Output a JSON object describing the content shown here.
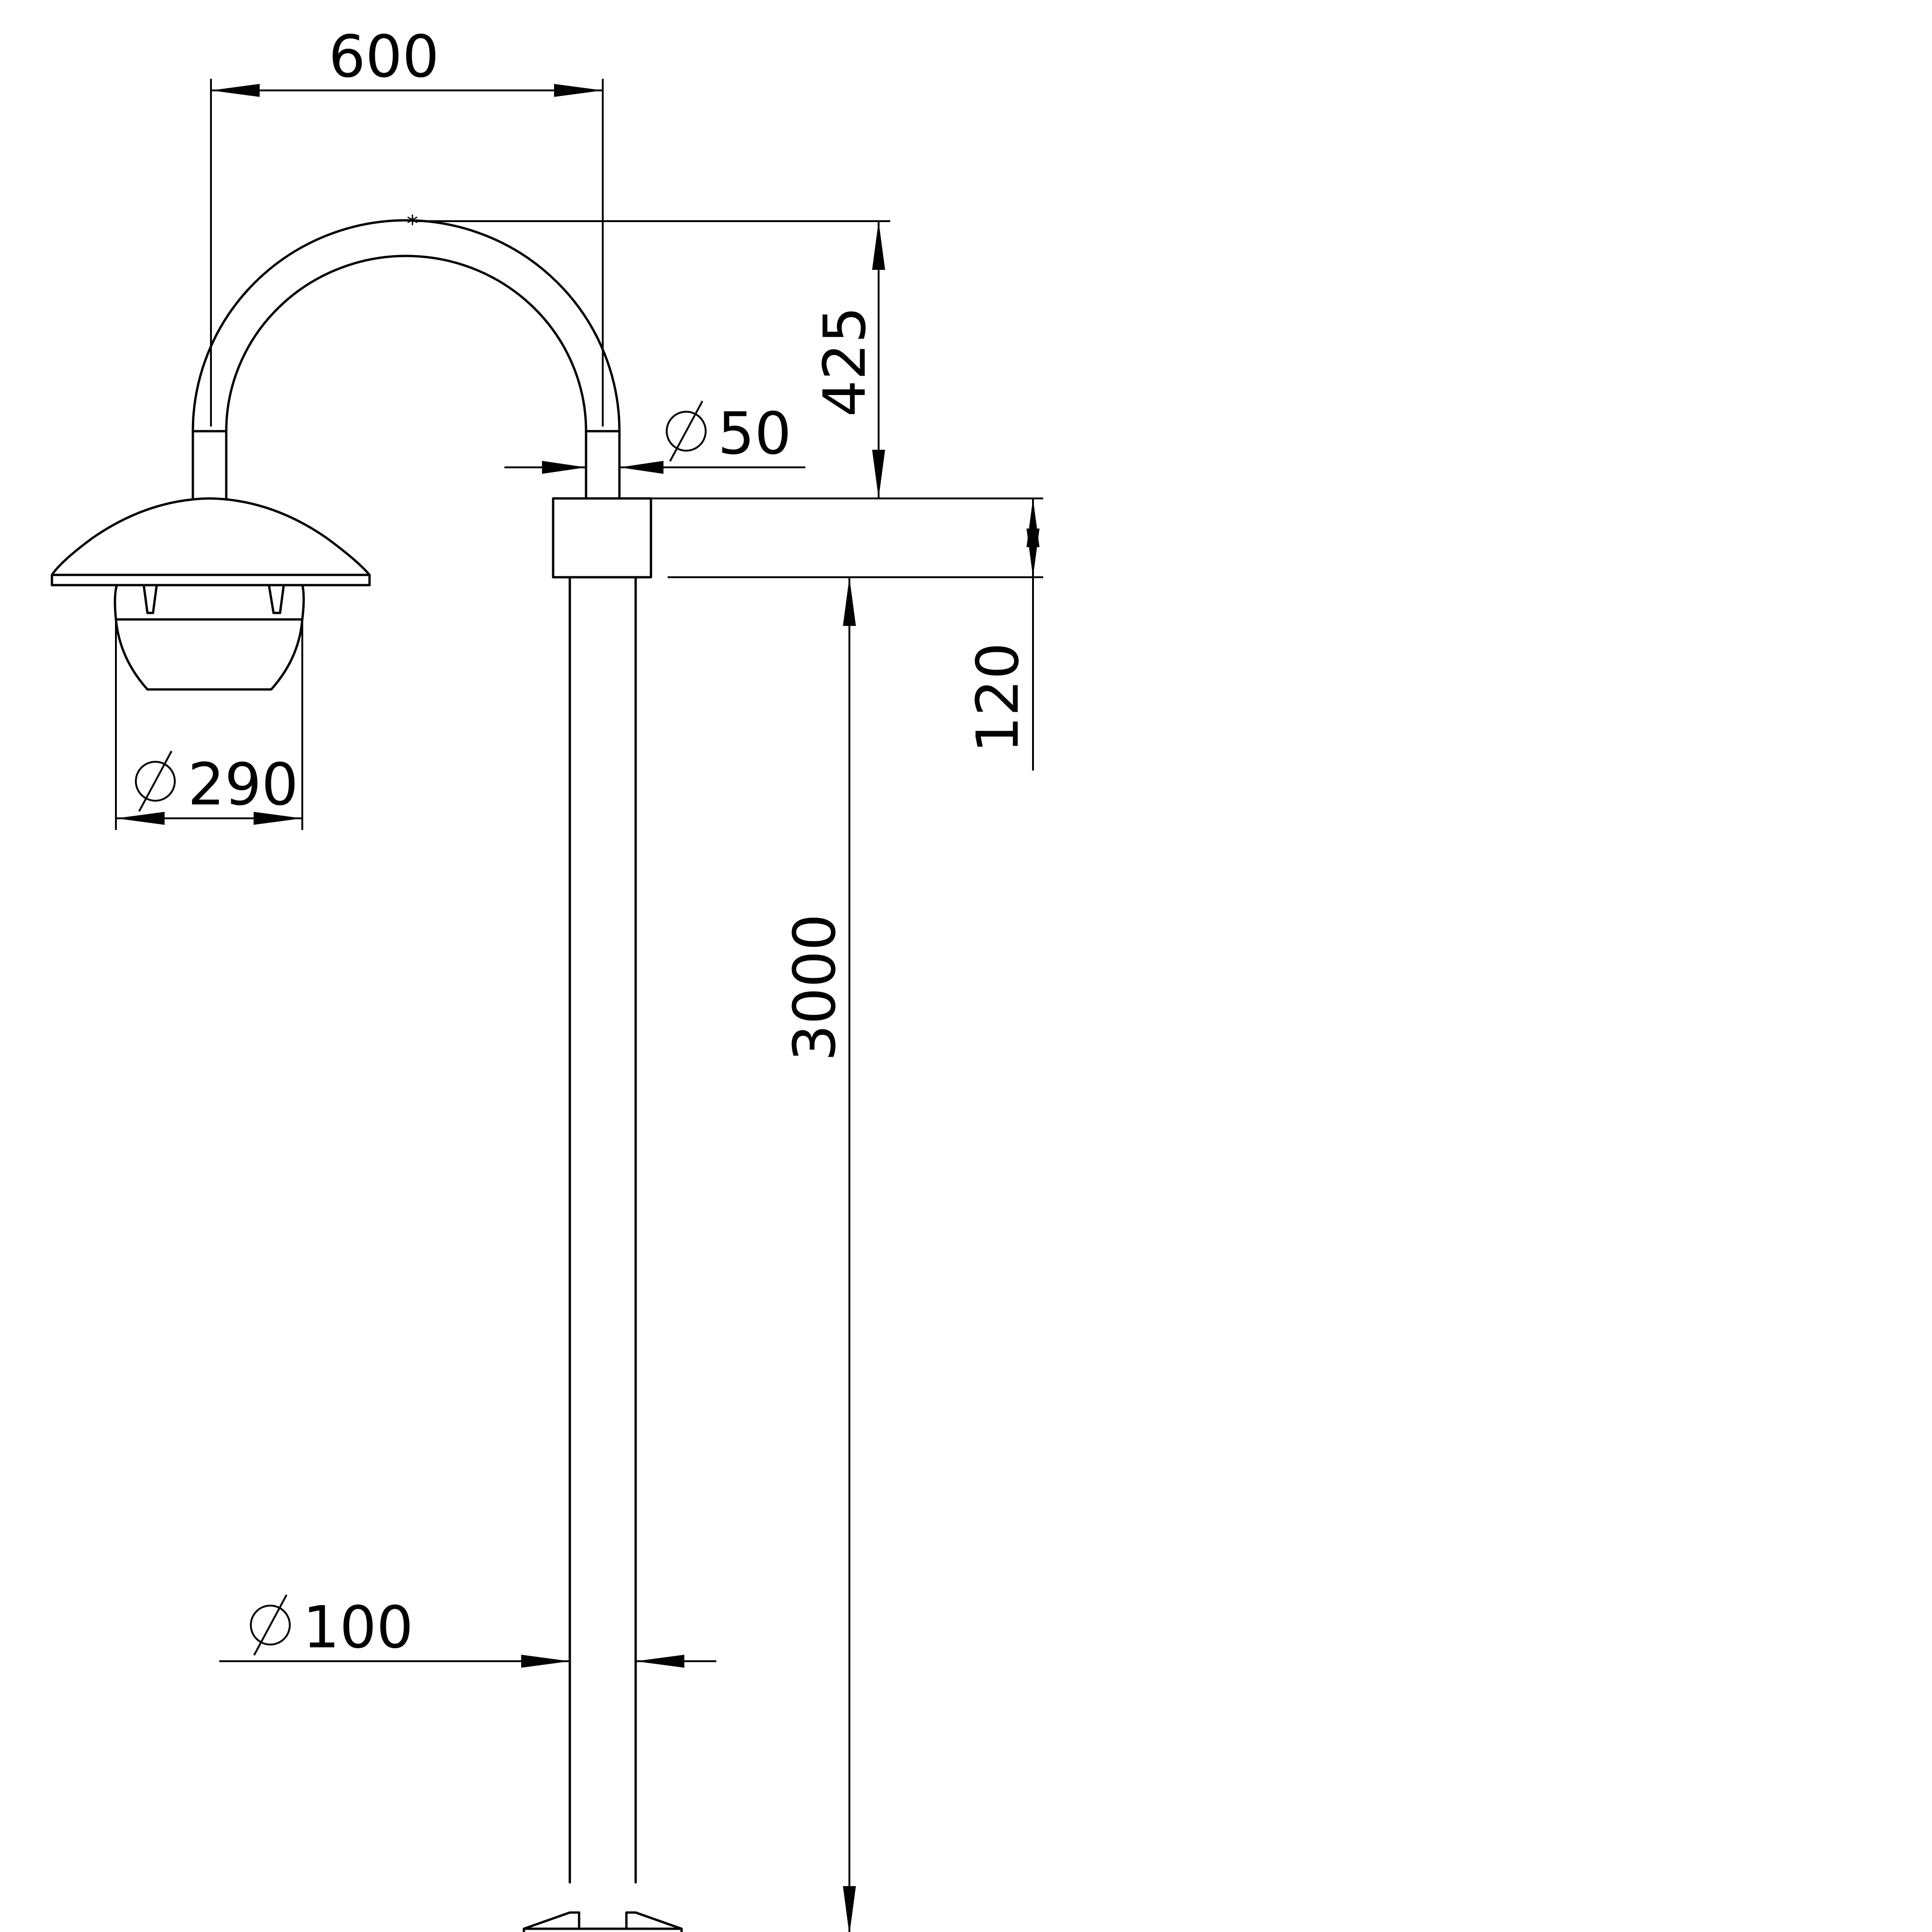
{
  "drawing": {
    "dimensions": {
      "arm_reach": "600",
      "arm_height": "425",
      "arm_tube_diameter": "50",
      "bracket_height": "120",
      "pole_height": "3000",
      "lamp_diameter": "290",
      "pole_diameter": "100"
    },
    "diameter_symbol": "diameter-symbol"
  }
}
